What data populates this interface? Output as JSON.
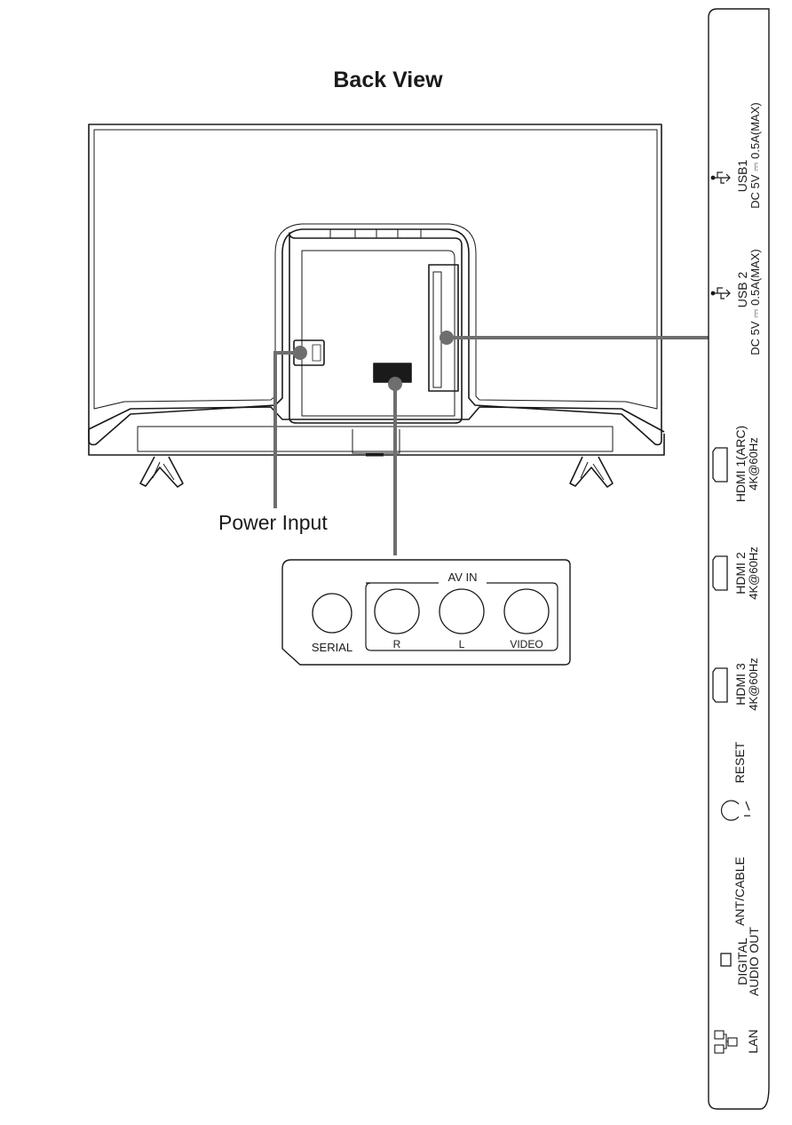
{
  "title": "Back View",
  "callouts": {
    "power_input": "Power Input"
  },
  "av_panel": {
    "group_label": "AV IN",
    "serial": "SERIAL",
    "r": "R",
    "l": "L",
    "video": "VIDEO"
  },
  "side_panel": {
    "usb1": {
      "name": "USB1",
      "rating": "DC 5V ⎓ 0.5A(MAX)",
      "icon": "usb-icon"
    },
    "usb2": {
      "name": "USB 2",
      "rating": "DC 5V ⎓ 0.5A(MAX)",
      "icon": "usb-icon"
    },
    "hdmi1": {
      "name": "HDMI 1(ARC)",
      "spec": "4K@60Hz",
      "icon": "hdmi-port-icon"
    },
    "hdmi2": {
      "name": "HDMI 2",
      "spec": "4K@60Hz",
      "icon": "hdmi-port-icon"
    },
    "hdmi3": {
      "name": "HDMI 3",
      "spec": "4K@60Hz",
      "icon": "hdmi-port-icon"
    },
    "reset": {
      "name": "RESET",
      "icon": "reset-pinhole-icon"
    },
    "ant": {
      "name": "ANT/CABLE"
    },
    "digital_audio": {
      "line1": "DIGITAL",
      "line2": "AUDIO OUT",
      "icon": "optical-port-icon"
    },
    "lan": {
      "name": "LAN",
      "icon": "network-icon"
    }
  },
  "colors": {
    "line": "#1a1a1a",
    "callout": "#6e6e6e"
  }
}
